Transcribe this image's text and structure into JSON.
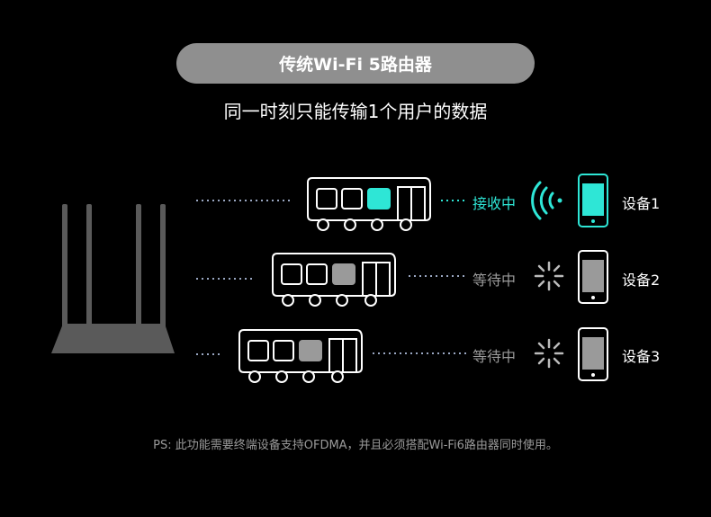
{
  "title": "传统Wi-Fi 5路由器",
  "subtitle": "同一时刻只能传输1个用户的数据",
  "rows": [
    {
      "status": "接收中",
      "state": "receiving",
      "device": "设备1",
      "color": "#2ee6d6"
    },
    {
      "status": "等待中",
      "state": "waiting",
      "device": "设备2",
      "color": "#9a9a9a"
    },
    {
      "status": "等待中",
      "state": "waiting",
      "device": "设备3",
      "color": "#9a9a9a"
    }
  ],
  "footnote": "PS: 此功能需要终端设备支持OFDMA，并且必须搭配Wi-Fi6路由器同时使用。",
  "colors": {
    "accent": "#2ee6d6",
    "gray": "#9a9a9a",
    "router": "#5a5a5a"
  },
  "icons": [
    "router-icon",
    "bus-icon",
    "wifi-signal-icon",
    "loading-spinner-icon",
    "phone-icon"
  ]
}
